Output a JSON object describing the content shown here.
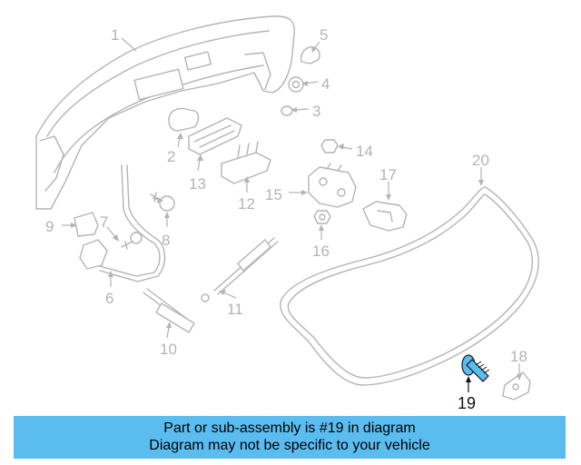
{
  "callouts": {
    "c1": "1",
    "c2": "2",
    "c3": "3",
    "c4": "4",
    "c5": "5",
    "c6": "6",
    "c7": "7",
    "c8": "8",
    "c9": "9",
    "c10": "10",
    "c11": "11",
    "c12": "12",
    "c13": "13",
    "c14": "14",
    "c15": "15",
    "c16": "16",
    "c17": "17",
    "c18": "18",
    "c19": "19",
    "c20": "20"
  },
  "banner": {
    "line1": "Part or sub-assembly is #19 in diagram",
    "line2": "Diagram may not be specific to your vehicle"
  },
  "colors": {
    "banner_bg": "#5bbcf0",
    "highlight_part": "#5bbcf0",
    "line_art": "#b4b4b4"
  }
}
